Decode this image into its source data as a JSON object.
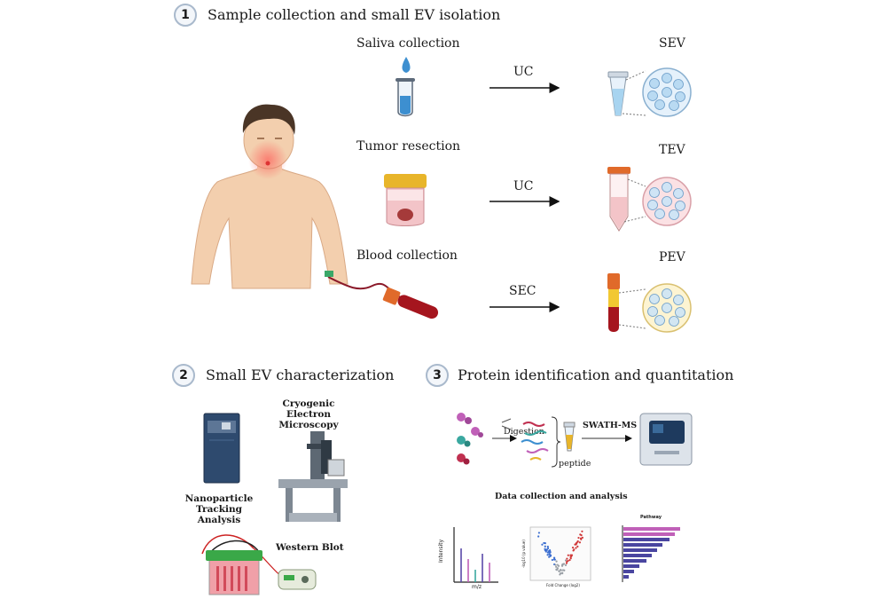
{
  "section1": {
    "number": "1",
    "title": "Sample collection and small EV isolation",
    "rows": [
      {
        "source": "Saliva collection",
        "method": "UC",
        "product": "SEV"
      },
      {
        "source": "Tumor resection",
        "method": "UC",
        "product": "TEV"
      },
      {
        "source": "Blood collection",
        "method": "SEC",
        "product": "PEV"
      }
    ]
  },
  "section2": {
    "number": "2",
    "title": "Small EV characterization",
    "cryo_label": "Cryogenic Electron\nMicroscopy",
    "nta_label": "Nanoparticle\nTracking Analysis",
    "wb_label": "Western Blot"
  },
  "section3": {
    "number": "3",
    "title": "Protein identification and quantitation",
    "digestion_label": "Digestion",
    "peptide_label": "peptide",
    "swath_label": "SWATH-MS",
    "analysis_title": "Data collection and analysis",
    "spectrum_ylabel": "Intensity",
    "spectrum_xlabel": "m/z",
    "volcano_ylabel": "-log10 (p value)",
    "volcano_xlabel": "Fold Change (log2)",
    "pathway_title": "Pathway"
  },
  "colors": {
    "saliva_blue": "#3d8fd0",
    "tumor_pink": "#f3c4c8",
    "tumor_lid": "#e8b52a",
    "blood_red": "#a5151e",
    "plasma_yellow": "#f2c832",
    "tube_cap_orange": "#e06a2a",
    "bar_purple": "#5a4aa8",
    "bar_pink": "#c060b8"
  }
}
